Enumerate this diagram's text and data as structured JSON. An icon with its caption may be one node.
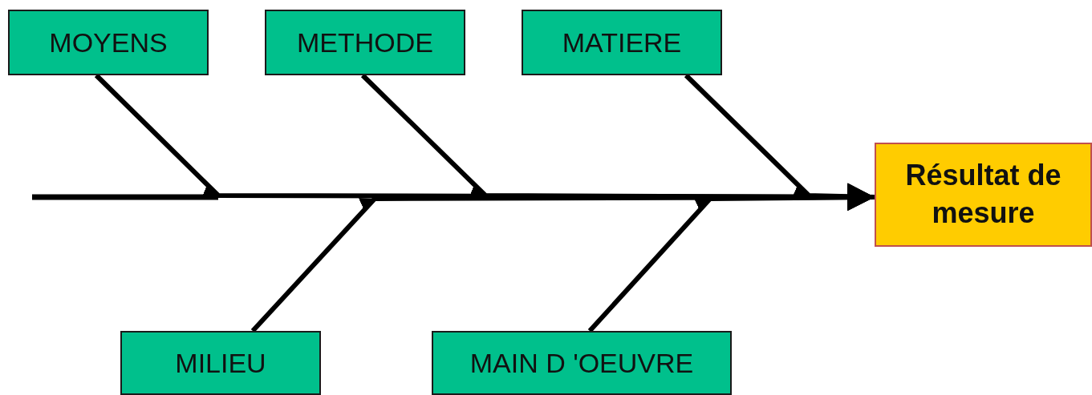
{
  "diagram": {
    "nodes": [
      {
        "text": [
          "MOYENS"
        ]
      },
      {
        "text": [
          "METHODE"
        ]
      },
      {
        "text": [
          "MATIERE"
        ]
      },
      {
        "text": [
          "Résultat de mesure"
        ]
      },
      {
        "text": [
          "MILIEU"
        ]
      },
      {
        "text": [
          "MAIN D 'OEUVRE"
        ]
      }
    ],
    "edges": [
      {
        "from": 0,
        "to": 3,
        "arrow": "to"
      },
      {
        "from": 1,
        "to": 3,
        "arrow": "to"
      },
      {
        "from": 2,
        "to": 3,
        "arrow": "to"
      },
      {
        "from": 4,
        "to": 3,
        "arrow": "to"
      },
      {
        "from": 5,
        "to": 3,
        "arrow": "to"
      }
    ]
  }
}
